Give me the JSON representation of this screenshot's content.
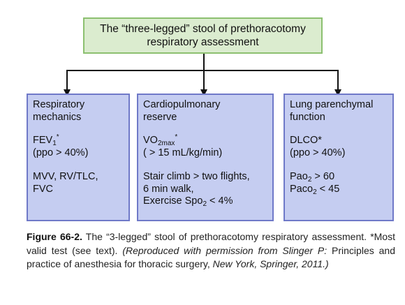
{
  "top": {
    "line1": "The “three-legged” stool of prethoracotomy",
    "line2": "respiratory assessment"
  },
  "boxes": [
    {
      "heading_l1": "Respiratory",
      "heading_l2": "mechanics",
      "fev_base": "FEV",
      "fev_sub": "1",
      "fev_sup": "*",
      "fev_line2": "(ppo > 40%)",
      "mvv_l1": "MVV, RV/TLC,",
      "mvv_l2": "FVC"
    },
    {
      "heading_l1": "Cardiopulmonary",
      "heading_l2": "reserve",
      "vo_base": "VO",
      "vo_sub": "2max",
      "vo_sup": "*",
      "vo_line2": "( > 15 mL/kg/min)",
      "stair_l1": "Stair climb > two flights,",
      "stair_l2": "6 min walk,",
      "stair_l3_a": "Exercise Spo",
      "stair_l3_sub": "2",
      "stair_l3_b": " < 4%"
    },
    {
      "heading_l1": "Lung parenchymal",
      "heading_l2": "function",
      "dlco": "DLCO*",
      "dlco_line2": "(ppo > 40%)",
      "pao_a": "Pao",
      "pao_sub": "2",
      "pao_b": " > 60",
      "paco_a": "Paco",
      "paco_sub": "2",
      "paco_b": " < 45"
    }
  ],
  "caption": {
    "label": "Figure 66-2.",
    "text": " The “3-legged” stool of prethoracotomy respiratory assessment. *Most valid test (see text). ",
    "italic1": "(Reproduced with permission from Slinger P:",
    "plain": " Principles and practice of anesthesia for thoracic surgery,",
    "italic2": " New York, Springer, 2011.)"
  },
  "colors": {
    "top_fill": "#dbeccf",
    "top_border": "#8cc070",
    "box_fill": "#c5cdf1",
    "box_border": "#6f79c8",
    "connector": "#111111"
  }
}
